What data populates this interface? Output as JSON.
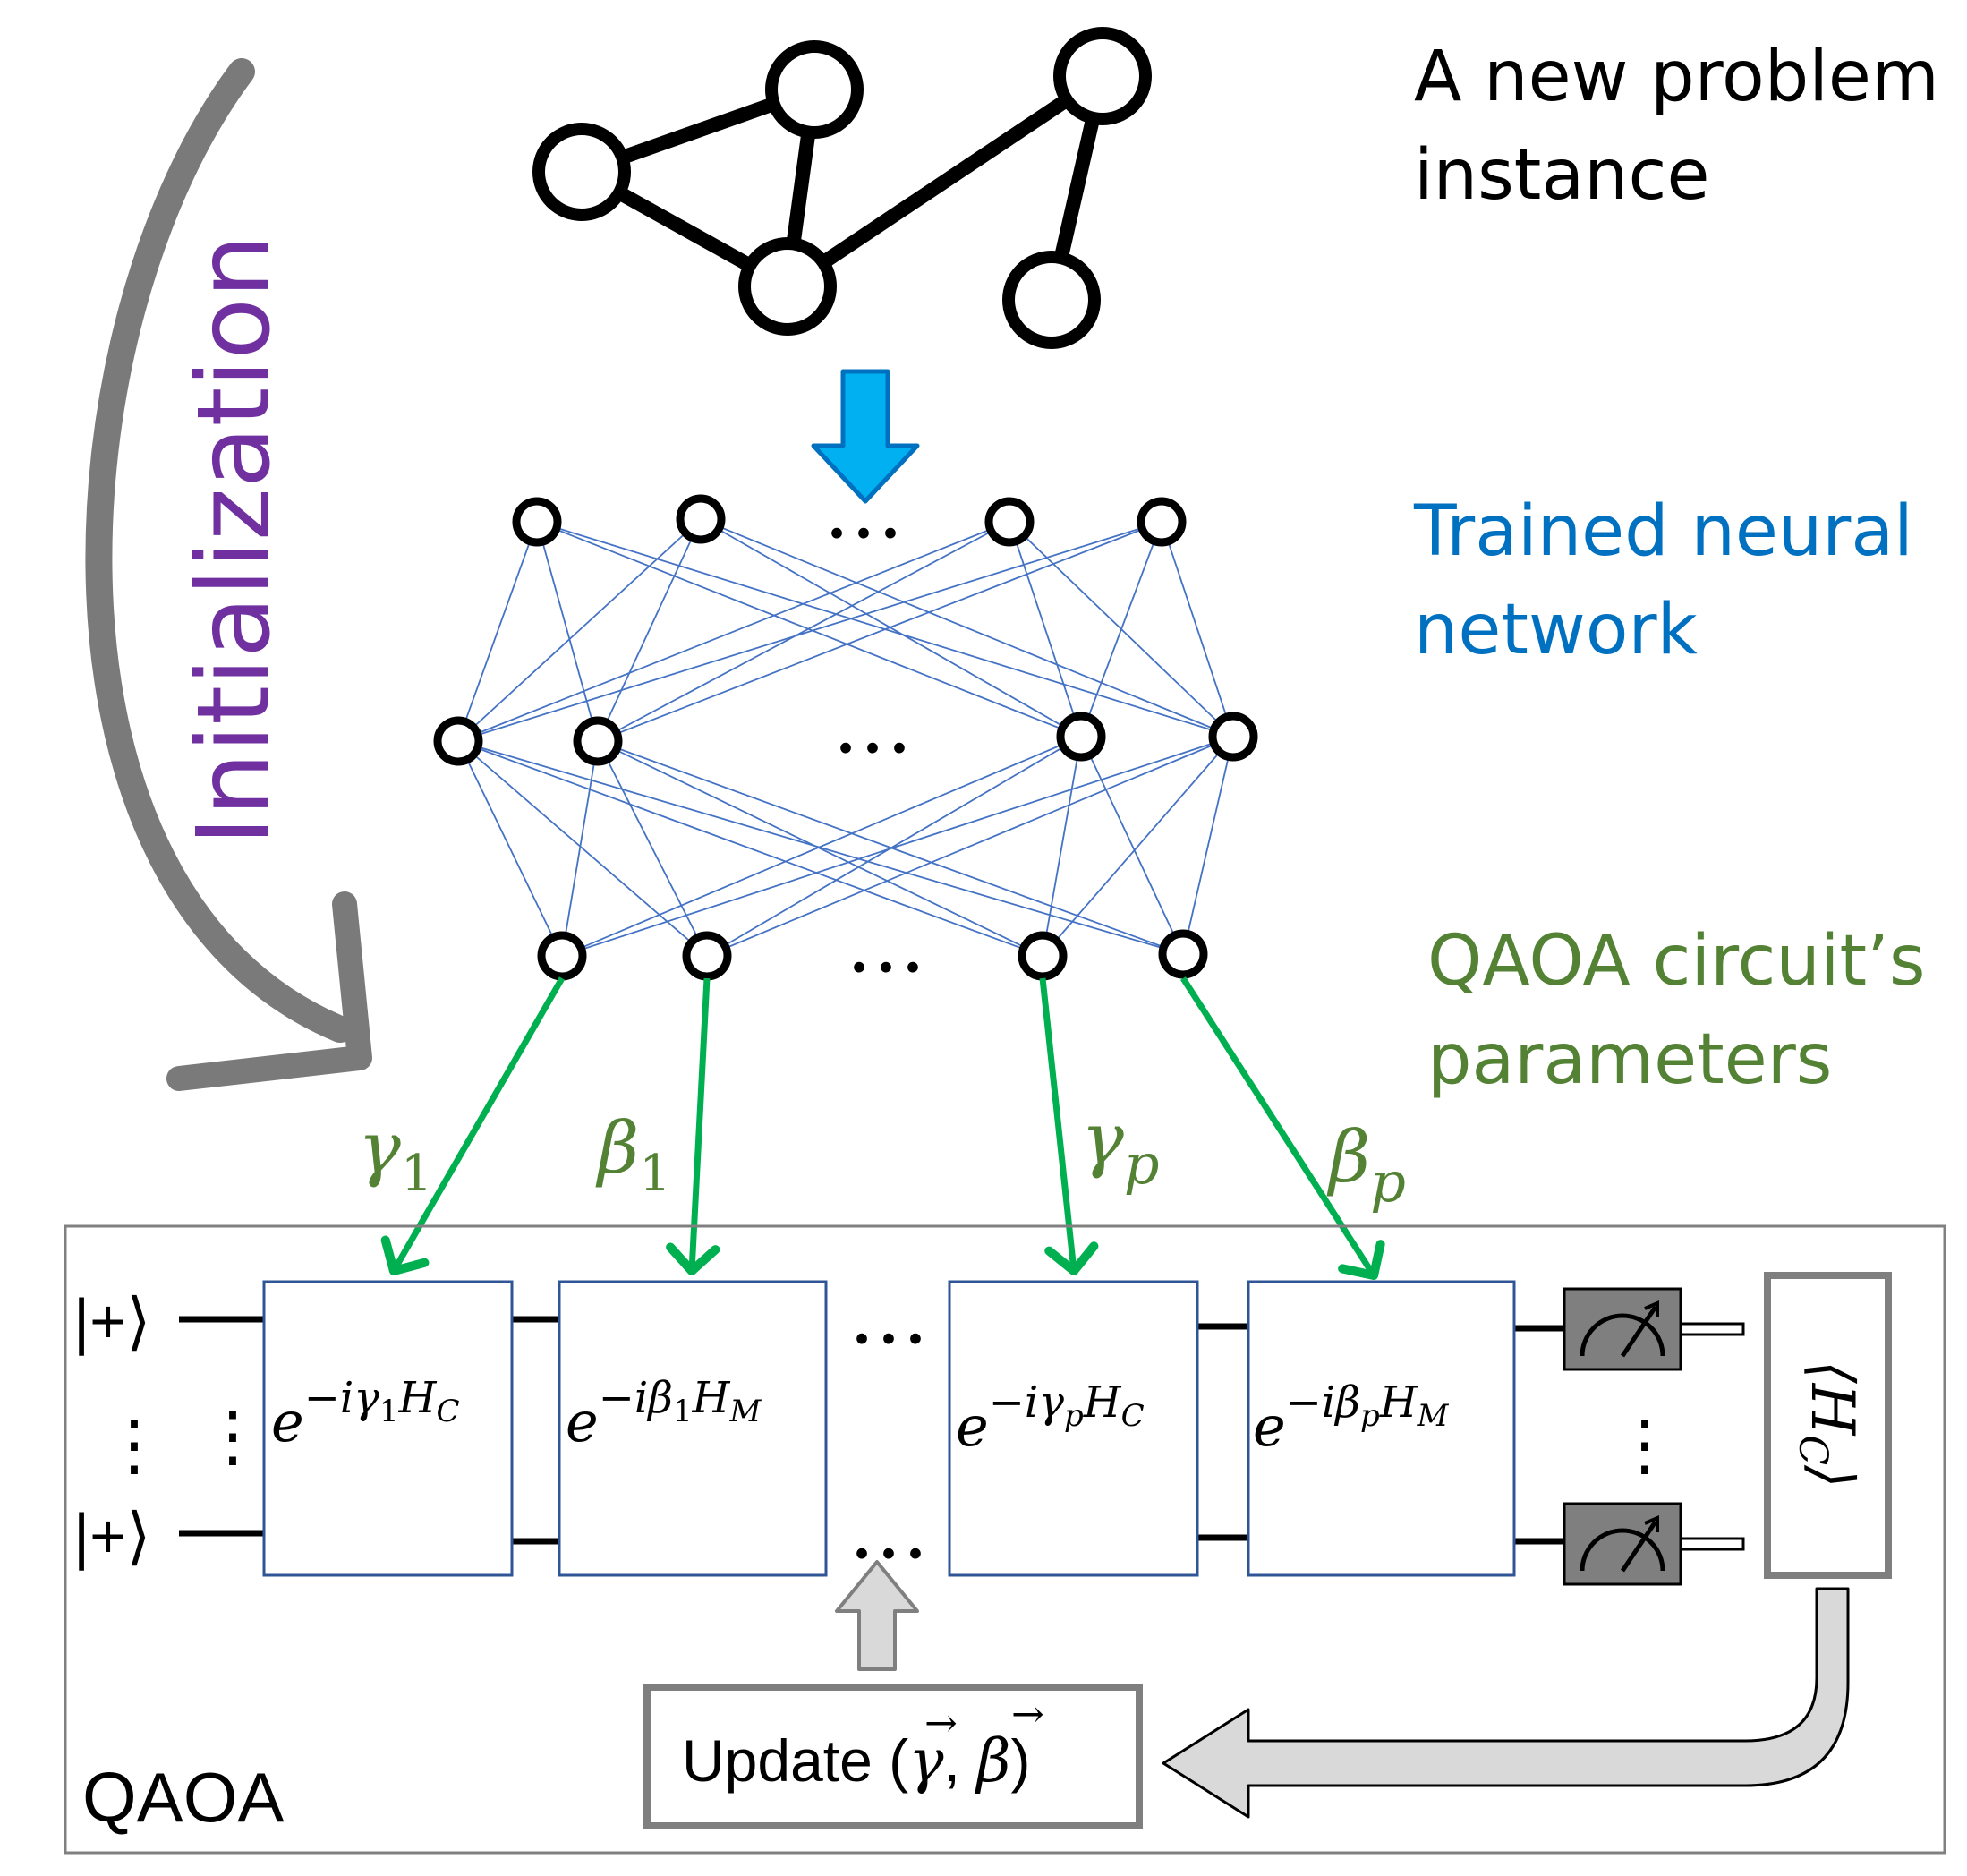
{
  "colors": {
    "black": "#000000",
    "gray_arrow": "#7a7a7a",
    "purple": "#7030a0",
    "blue_arrow": "#00b0f0",
    "blue_text": "#0070c0",
    "nn_edge": "#4472c4",
    "green_arrow": "#00b050",
    "green_text": "#548235",
    "gate_border": "#2f5597",
    "box_gray": "#7f7f7f",
    "light_gray": "#d9d9d9"
  },
  "annotations": {
    "new_problem": [
      "A new problem",
      "instance"
    ],
    "trained_nn": [
      "Trained neural",
      "network"
    ],
    "qaoa_params": [
      "QAOA circuit’s",
      "parameters"
    ],
    "initialization": "Initialization"
  },
  "ellipsis": "…",
  "vdots": "⋮",
  "param_labels": [
    {
      "sym": "γ",
      "sub": "1"
    },
    {
      "sym": "β",
      "sub": "1"
    },
    {
      "sym": "γ",
      "sub": "p"
    },
    {
      "sym": "β",
      "sub": "p"
    }
  ],
  "qubit_state": "|+⟩",
  "gates": [
    {
      "base": "e",
      "exp": "−iγ",
      "sub": "1",
      "h": "H",
      "hsub": "C"
    },
    {
      "base": "e",
      "exp": "−iβ",
      "sub": "1",
      "h": "H",
      "hsub": "M"
    },
    {
      "base": "e",
      "exp": "−iγ",
      "sub": "p",
      "h": "H",
      "hsub": "C"
    },
    {
      "base": "e",
      "exp": "−iβ",
      "sub": "p",
      "h": "H",
      "hsub": "M"
    }
  ],
  "expectation_label": "⟨H",
  "expectation_sub": "C",
  "expectation_close": "⟩",
  "update_label": "Update (",
  "update_gamma": "γ",
  "update_beta": "β",
  "update_close": ")",
  "qaoa_box_label": "QAOA"
}
